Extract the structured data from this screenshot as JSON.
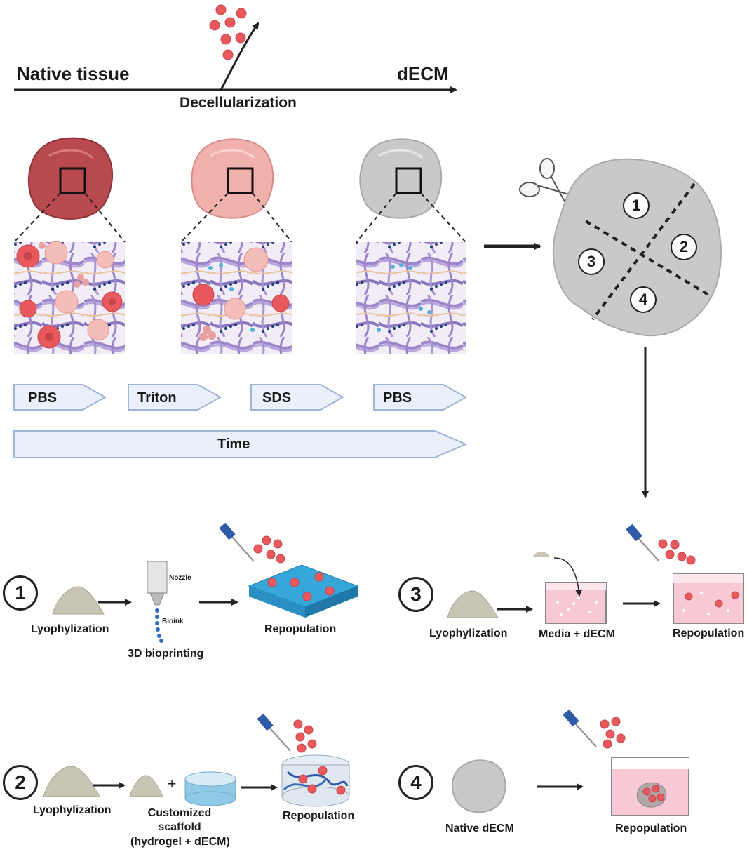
{
  "timeline": {
    "start_label": "Native tissue",
    "end_label": "dECM",
    "process_label": "Decellularization"
  },
  "steps": {
    "items": [
      "PBS",
      "Triton",
      "SDS",
      "PBS"
    ],
    "time_label": "Time"
  },
  "sections": {
    "s1": {
      "number": "1",
      "lyophilization": "Lyophylization",
      "nozzle": "Nozzle",
      "bioink": "Bioink",
      "bioprinting": "3D bioprinting",
      "repopulation": "Repopulation"
    },
    "s2": {
      "number": "2",
      "lyophilization": "Lyophylization",
      "plus": "+",
      "scaffold_line1": "Customized",
      "scaffold_line2": "scaffold",
      "scaffold_line3": "(hydrogel + dECM)",
      "repopulation": "Repopulation"
    },
    "s3": {
      "number": "3",
      "lyophilization": "Lyophylization",
      "media": "Media + dECM",
      "repopulation": "Repopulation"
    },
    "s4": {
      "number": "4",
      "native": "Native dECM",
      "repopulation": "Repopulation"
    }
  },
  "pieces": [
    "1",
    "2",
    "3",
    "4"
  ],
  "colors": {
    "native_tissue": "#b84a4f",
    "partial_tissue": "#f0b0ac",
    "decell_tissue": "#c9c9c9",
    "cell_red": "#e8595e",
    "fiber_purple": "#9c86c9",
    "chevron_fill": "#e9f0fa",
    "chevron_stroke": "#9eb5d8",
    "media_pink": "#f7c9d4",
    "scaffold_blue": "#37a6d9"
  }
}
